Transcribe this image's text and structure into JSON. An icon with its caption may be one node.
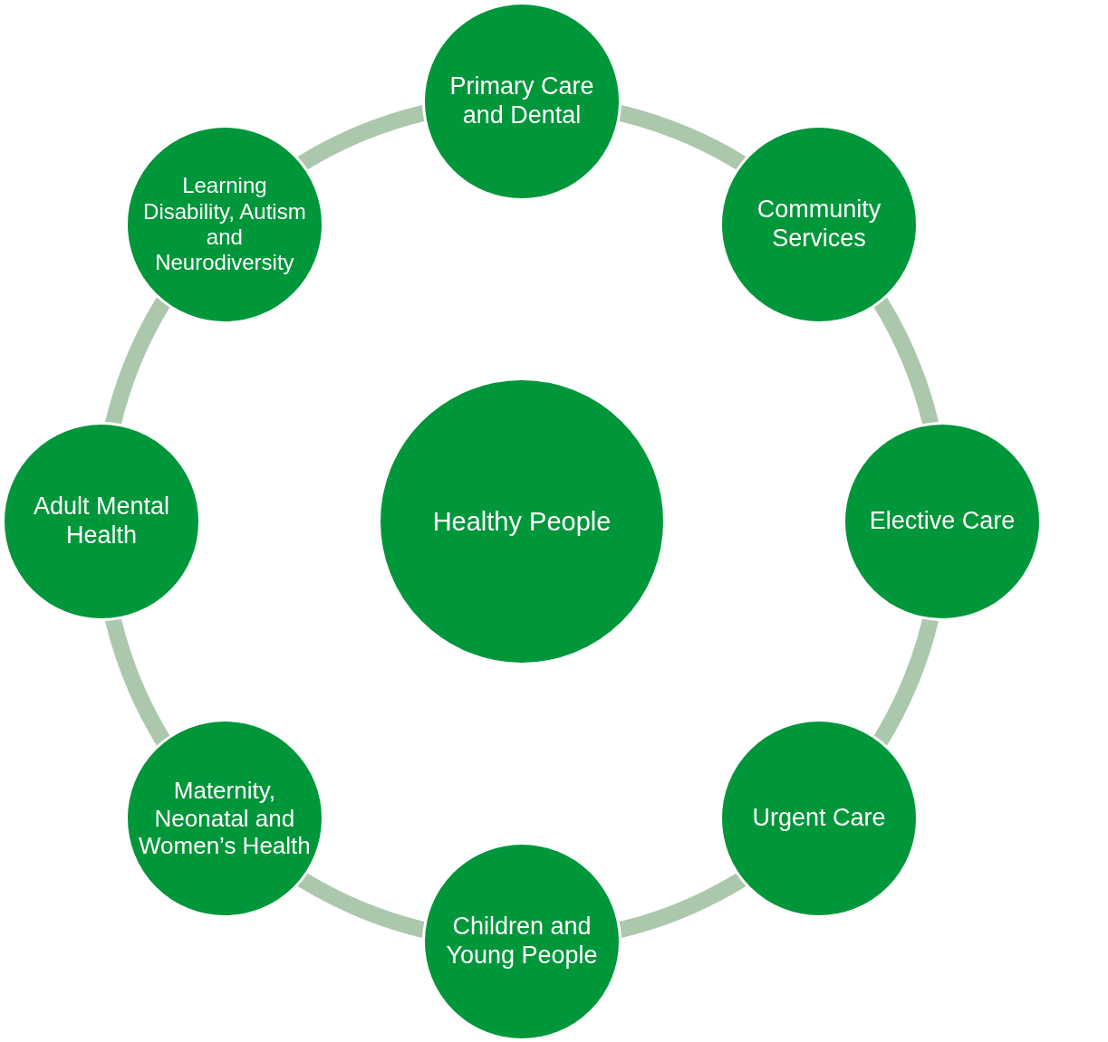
{
  "diagram": {
    "nodes": [
      {
        "text": [
          "Healthy People"
        ]
      },
      {
        "text": [
          "Primary Care and Dental"
        ]
      },
      {
        "text": [
          "Community Services"
        ]
      },
      {
        "text": [
          "Elective Care"
        ]
      },
      {
        "text": [
          "Urgent Care"
        ]
      },
      {
        "text": [
          "Children and Young People"
        ]
      },
      {
        "text": [
          "Maternity, Neonatal and Women’s Health"
        ]
      },
      {
        "text": [
          "Adult Mental Health"
        ]
      },
      {
        "text": [
          "Learning Disability, Autism and Neurodiversity"
        ]
      }
    ],
    "edges": [
      {
        "from": 1,
        "to": 2,
        "arrow": "none"
      },
      {
        "from": 2,
        "to": 3,
        "arrow": "none"
      },
      {
        "from": 3,
        "to": 4,
        "arrow": "none"
      },
      {
        "from": 4,
        "to": 5,
        "arrow": "none"
      },
      {
        "from": 5,
        "to": 6,
        "arrow": "none"
      },
      {
        "from": 6,
        "to": 7,
        "arrow": "none"
      },
      {
        "from": 7,
        "to": 8,
        "arrow": "none"
      },
      {
        "from": 8,
        "to": 1,
        "arrow": "none"
      }
    ]
  }
}
